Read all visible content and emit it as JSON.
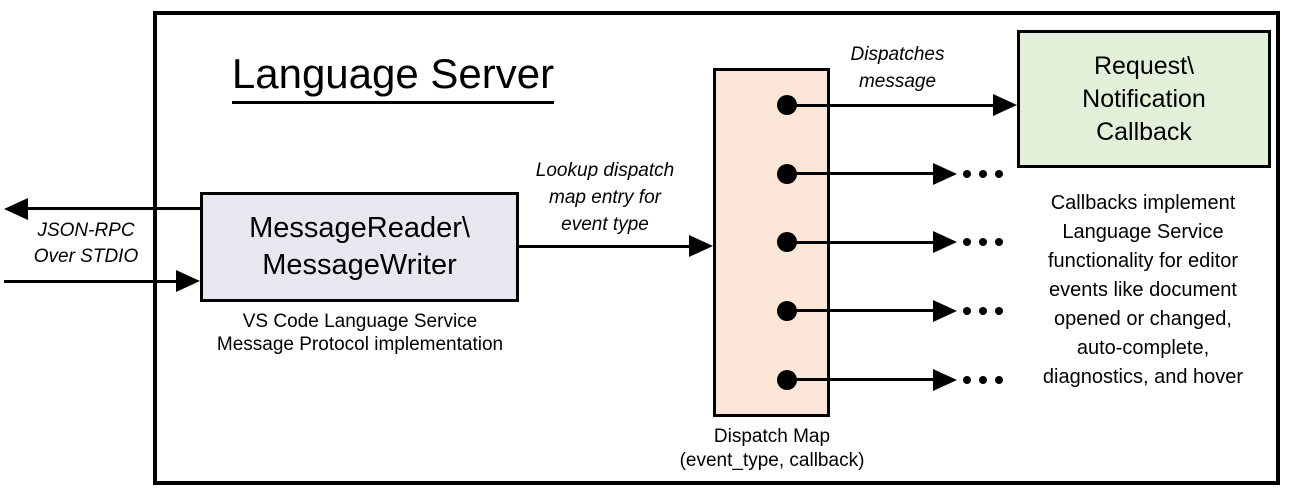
{
  "diagram": {
    "title": "Language Server",
    "reader_box": {
      "line1": "MessageReader\\",
      "line2": "MessageWriter"
    },
    "reader_caption": {
      "line1": "VS Code Language Service",
      "line2": "Message Protocol implementation"
    },
    "stdio_label": {
      "line1": "JSON-RPC",
      "line2": "Over STDIO"
    },
    "lookup_label": {
      "line1": "Lookup dispatch",
      "line2": "map entry for",
      "line3": "event type"
    },
    "dispatches_label": {
      "line1": "Dispatches",
      "line2": "message"
    },
    "callback_box": {
      "line1": "Request\\",
      "line2": "Notification",
      "line3": "Callback"
    },
    "map_label": {
      "line1": "Dispatch Map",
      "line2": "(event_type, callback)"
    },
    "callbacks_note": {
      "line1": "Callbacks implement",
      "line2": "Language Service",
      "line3": "functionality for editor",
      "line4": "events like document",
      "line5": "opened or changed,",
      "line6": "auto-complete,",
      "line7": "diagnostics, and hover"
    },
    "colors": {
      "reader_fill": "#e8e7f0",
      "map_fill": "#fbe5d6",
      "callback_fill": "#e2efd9",
      "stroke": "#000000"
    }
  }
}
